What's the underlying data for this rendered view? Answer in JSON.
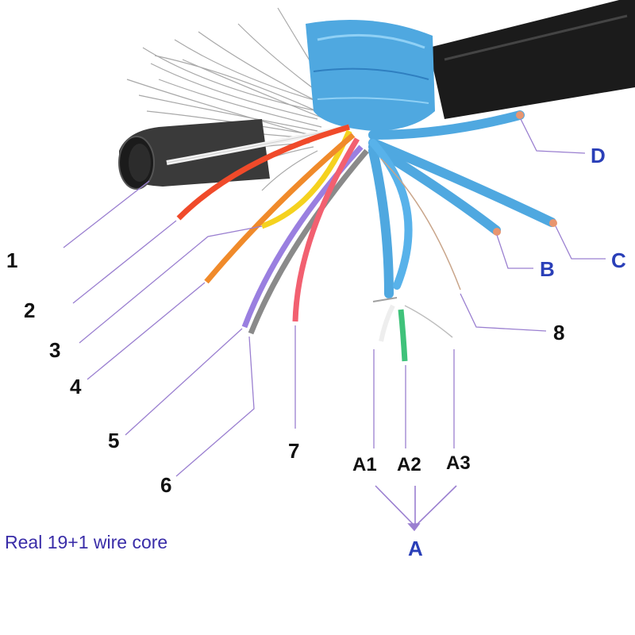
{
  "caption": "Real 19+1 wire core",
  "labels": {
    "n1": "1",
    "n2": "2",
    "n3": "3",
    "n4": "4",
    "n5": "5",
    "n6": "6",
    "n7": "7",
    "n8": "8",
    "A1": "A1",
    "A2": "A2",
    "A3": "A3",
    "A": "A",
    "B": "B",
    "C": "C",
    "D": "D"
  },
  "colors": {
    "leader_line": "#9a7fd0",
    "label_letter": "#2a3fb8",
    "cable_jacket": "#1b1b1b",
    "foil_shield": "#4fa8e0",
    "wire_white": "#f2f2f2",
    "wire_red": "#f04a2a",
    "wire_yellow": "#f5d21f",
    "wire_orange": "#f08a2a",
    "wire_purple": "#9a7fe0",
    "wire_grey": "#8a8a8a",
    "wire_pink": "#f26070",
    "wire_green": "#3fc27a"
  }
}
